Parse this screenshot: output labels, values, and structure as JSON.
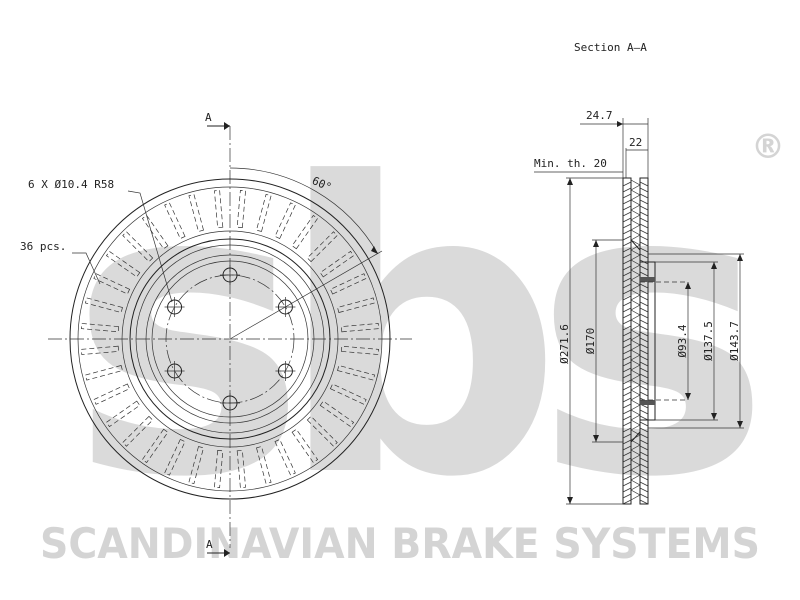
{
  "watermark": {
    "logo": "sbs",
    "registered": "®",
    "company": "SCANDINAVIAN BRAKE SYSTEMS"
  },
  "front_view": {
    "section_mark_top": "A",
    "section_mark_bottom": "A",
    "bolt_holes_label": "6 X Ø10.4 R58",
    "vanes_label": "36 pcs.",
    "angle_label": "60°",
    "vane_count": 36,
    "bolt_hole_count": 6
  },
  "section_view": {
    "title": "Section A–A",
    "dim_total_width": "24.7",
    "dim_hat_width": "22",
    "min_thickness": "Min. th. 20",
    "dim_outer_diameter": "Ø271.6",
    "dim_170": "Ø170",
    "dim_93_4": "Ø93.4",
    "dim_137_5": "Ø137.5",
    "dim_143_7": "Ø143.7"
  }
}
